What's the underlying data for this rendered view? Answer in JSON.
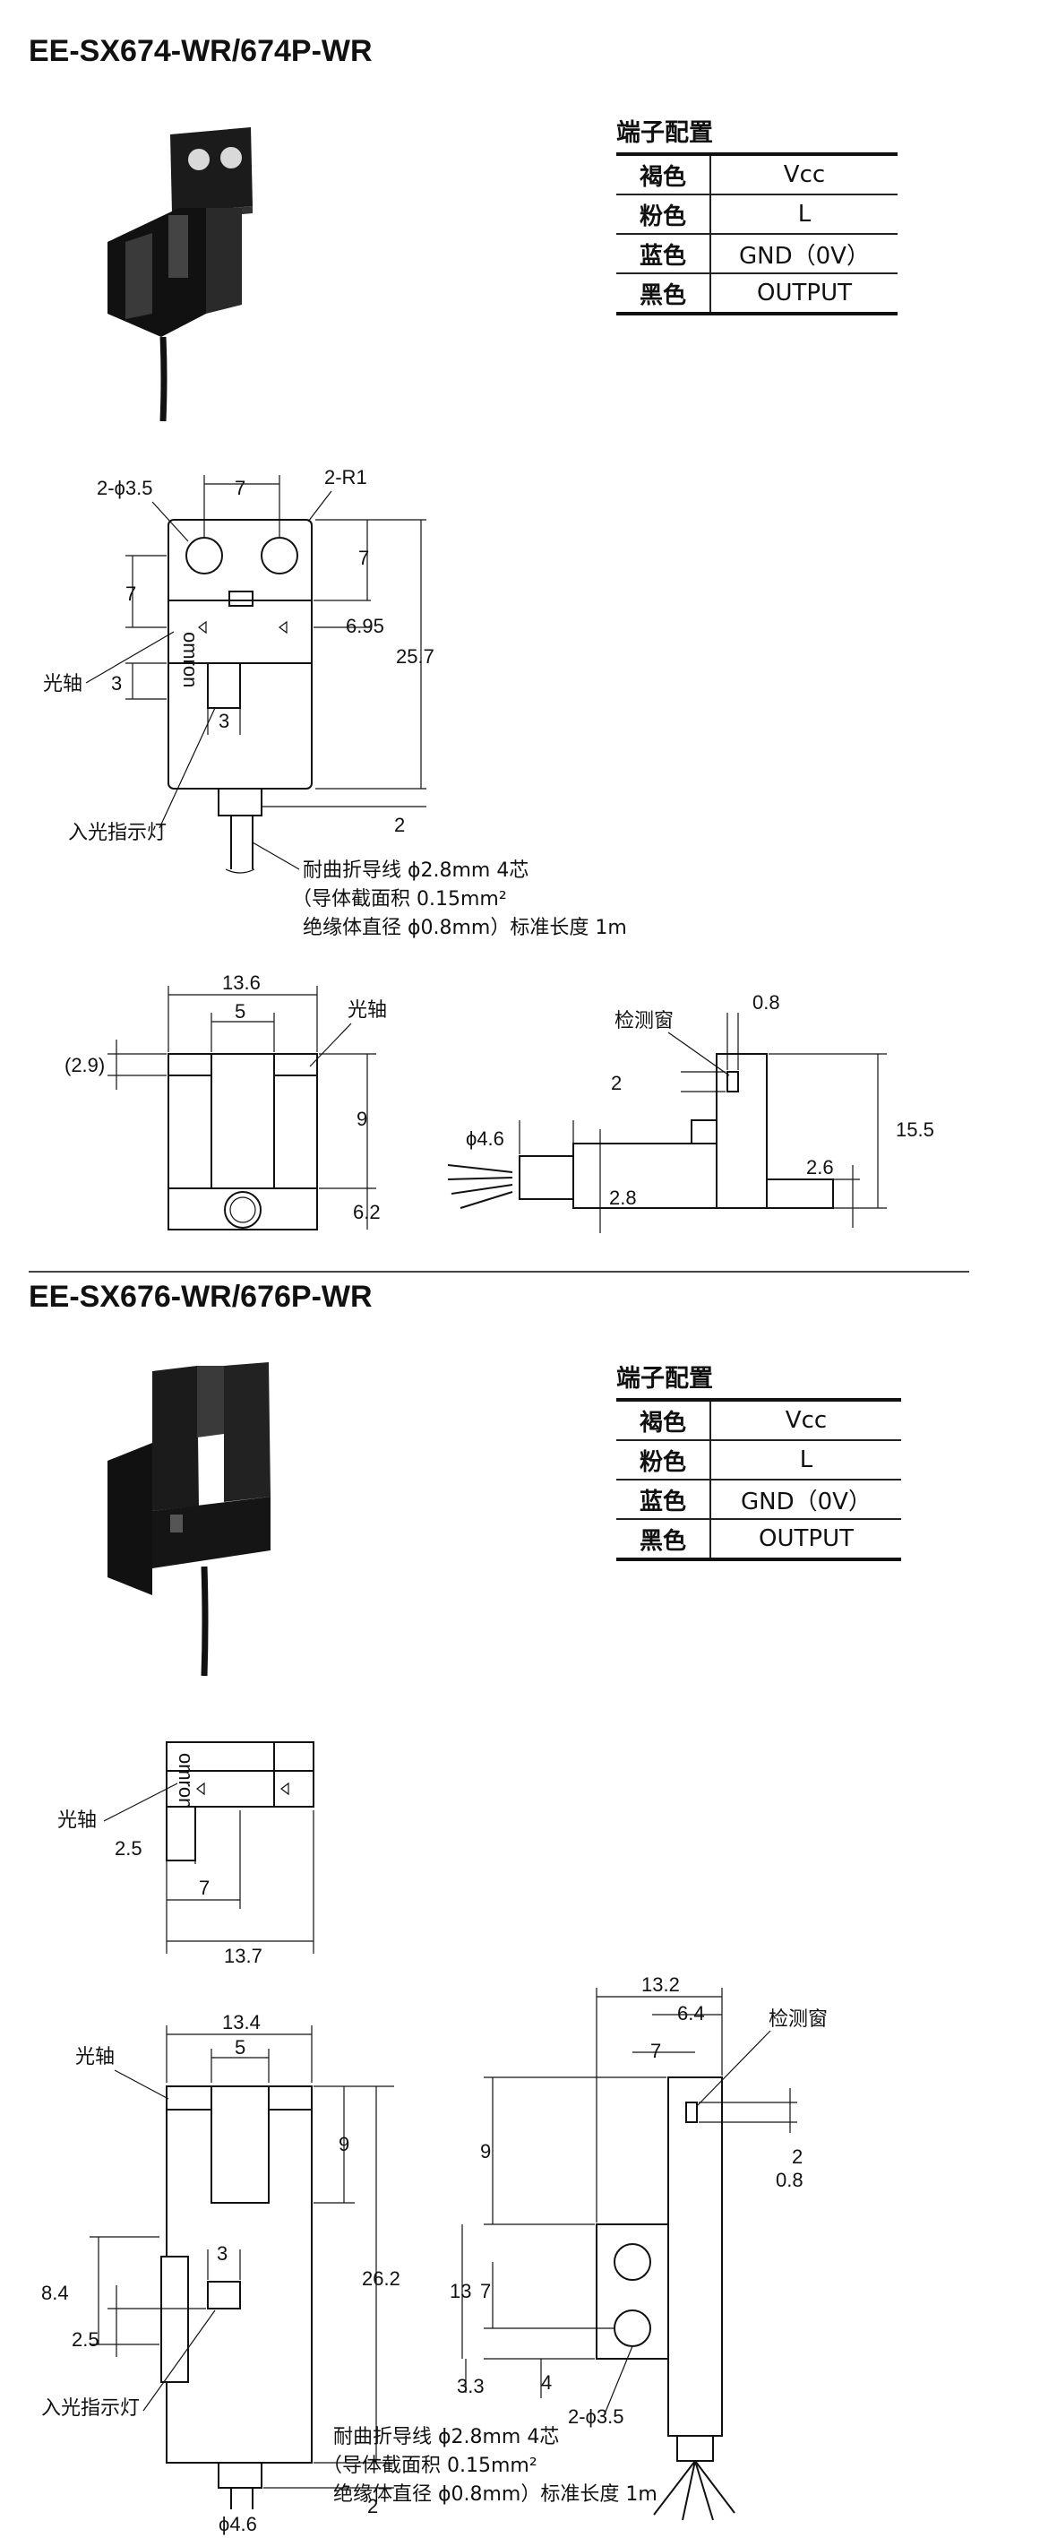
{
  "sections": [
    {
      "title": "EE-SX674-WR/674P-WR",
      "terminal_label": "端子配置",
      "terminals": [
        {
          "color": "褐色",
          "value": "Vcc"
        },
        {
          "color": "粉色",
          "value": "L"
        },
        {
          "color": "蓝色",
          "value": "GND（0V）"
        },
        {
          "color": "黑色",
          "value": "OUTPUT"
        }
      ],
      "front_view": {
        "dims": [
          "2-ϕ3.5",
          "7",
          "2-R1",
          "7",
          "7",
          "6.95",
          "25.7",
          "3",
          "3",
          "2"
        ],
        "labels": {
          "optical_axis": "光轴",
          "indicator": "入光指示灯",
          "brand": "omron"
        },
        "cable_note": [
          "耐曲折导线 ϕ2.8mm  4芯",
          "（导体截面积 0.15mm²",
          "绝缘体直径 ϕ0.8mm）标准长度 1m"
        ]
      },
      "bottom_view": {
        "dims": [
          "13.6",
          "5",
          "(2.9)",
          "9",
          "6.2"
        ],
        "labels": {
          "optical_axis": "光轴"
        }
      },
      "side_view": {
        "dims": [
          "0.8",
          "2",
          "15.5",
          "ϕ4.6",
          "2.6",
          "2.8"
        ],
        "labels": {
          "window": "检测窗"
        }
      }
    },
    {
      "title": "EE-SX676-WR/676P-WR",
      "terminal_label": "端子配置",
      "terminals": [
        {
          "color": "褐色",
          "value": "Vcc"
        },
        {
          "color": "粉色",
          "value": "L"
        },
        {
          "color": "蓝色",
          "value": "GND（0V）"
        },
        {
          "color": "黑色",
          "value": "OUTPUT"
        }
      ],
      "top_view": {
        "dims": [
          "2.5",
          "7",
          "13.7"
        ],
        "labels": {
          "optical_axis": "光轴",
          "brand": "omron"
        }
      },
      "front_view": {
        "dims": [
          "13.4",
          "5",
          "9",
          "3",
          "8.4",
          "2.5",
          "26.2",
          "2",
          "ϕ4.6"
        ],
        "labels": {
          "optical_axis": "光轴",
          "indicator": "入光指示灯"
        }
      },
      "side_view": {
        "dims": [
          "13.2",
          "6.4",
          "7",
          "9",
          "13",
          "7",
          "3.3",
          "4",
          "2",
          "0.8",
          "2-ϕ3.5"
        ],
        "labels": {
          "window": "检测窗"
        },
        "cable_note": [
          "耐曲折导线 ϕ2.8mm  4芯",
          "（导体截面积 0.15mm²",
          "绝缘体直径 ϕ0.8mm）标准长度 1m"
        ]
      }
    }
  ]
}
